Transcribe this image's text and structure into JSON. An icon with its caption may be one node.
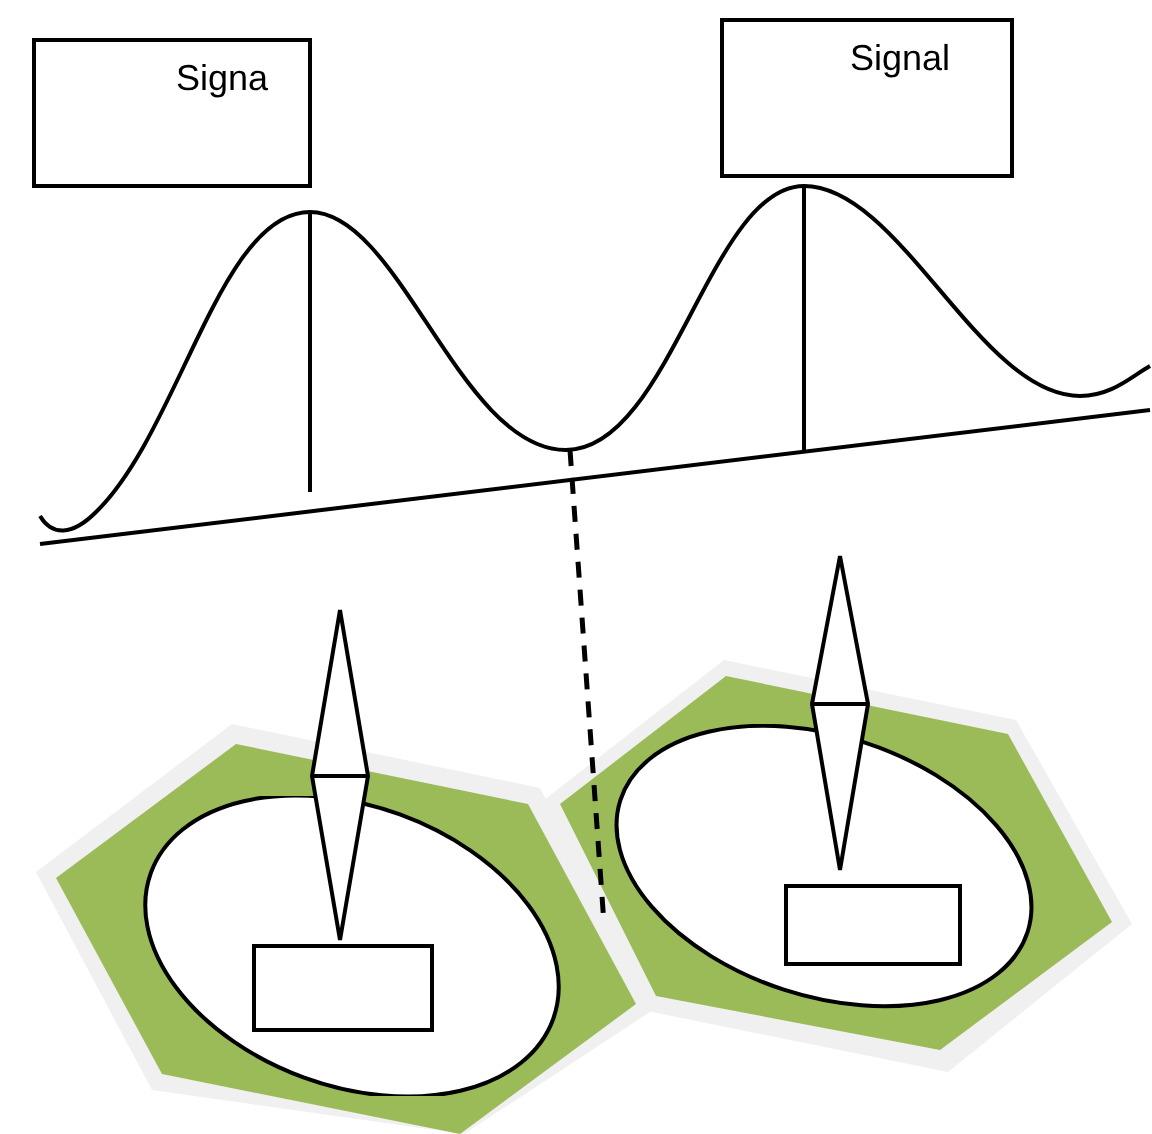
{
  "diagram": {
    "nodes": [
      {
        "text": [
          "Signa"
        ]
      },
      {
        "text": [
          "Signal"
        ]
      },
      {
        "text": [],
        "shape": "hexagon"
      },
      {
        "text": [],
        "shape": "ellipse",
        "in": 2
      },
      {
        "text": [],
        "shape": "box",
        "in": 3
      },
      {
        "text": [],
        "shape": "hexagon"
      },
      {
        "text": [],
        "shape": "ellipse",
        "in": 5
      },
      {
        "text": [],
        "shape": "box",
        "in": 6
      }
    ],
    "edges": [
      {
        "from": null,
        "to": 5,
        "arrow": "none",
        "style": "dashed"
      }
    ]
  }
}
